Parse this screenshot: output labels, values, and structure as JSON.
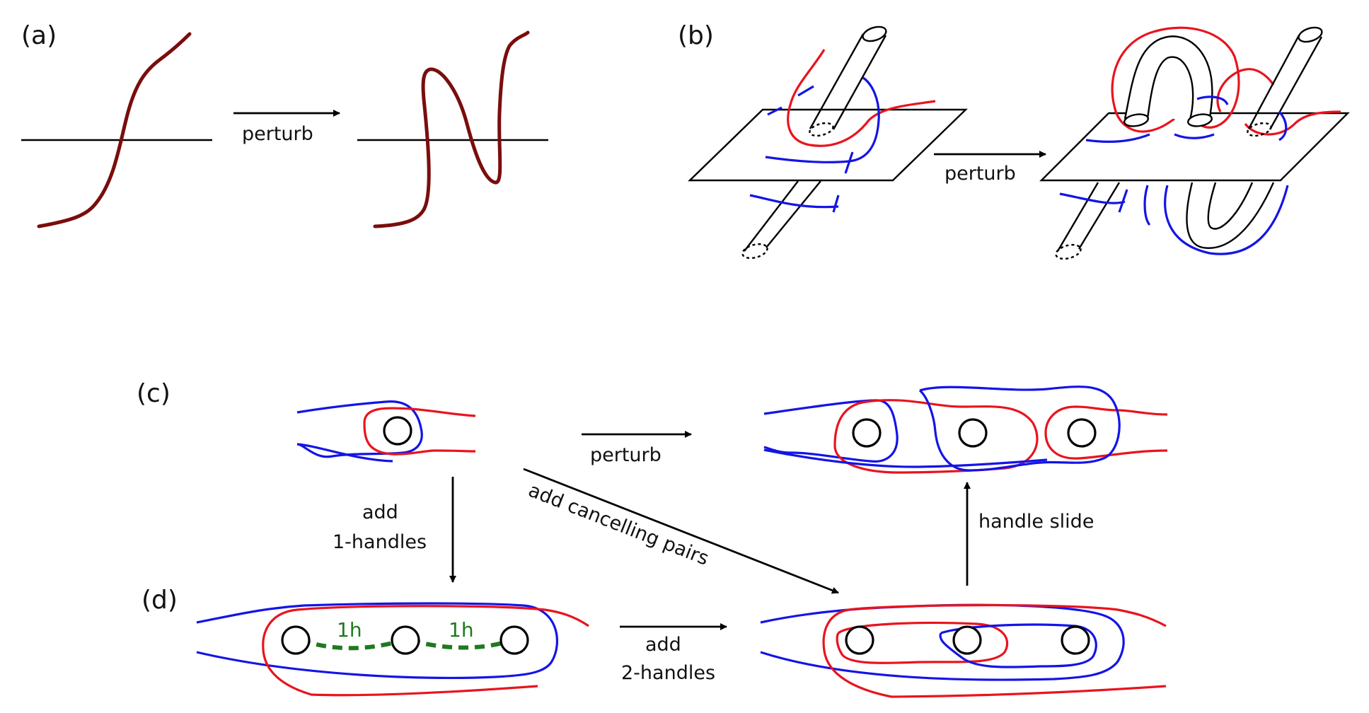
{
  "panels": {
    "a": {
      "label": "(a)",
      "arrow_label": "perturb"
    },
    "b": {
      "label": "(b)",
      "arrow_label": "perturb"
    },
    "c": {
      "label": "(c)",
      "arrow_perturb": "perturb",
      "arrow_cancel": "add cancelling pairs",
      "arrow_add1_line1": "add",
      "arrow_add1_line2": "1-handles",
      "arrow_slide": "handle slide"
    },
    "d": {
      "label": "(d)",
      "arc1": "1h",
      "arc2": "1h",
      "arrow_add2_line1": "add",
      "arrow_add2_line2": "2-handles"
    }
  },
  "colors": {
    "alpha_curve": "#e8141e",
    "beta_curve": "#1414e6",
    "arc_curve": "#1f7a1f",
    "strand": "#7a0d0d"
  }
}
